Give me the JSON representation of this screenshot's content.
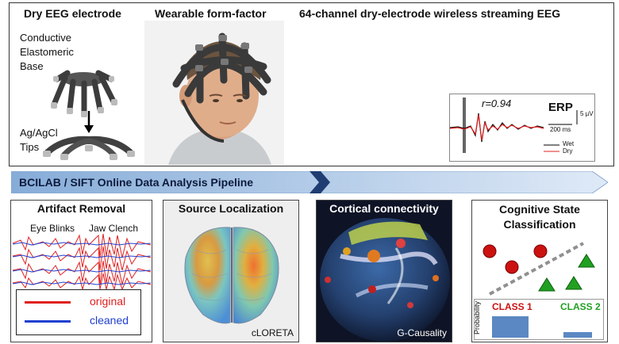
{
  "top": {
    "electrode_title": "Dry EEG electrode",
    "conductive_label": "Conductive\nElastomeric\nBase",
    "tips_label": "Ag/AgCl\nTips",
    "wearable_title": "Wearable form-factor",
    "wireless_title": "64-channel dry-electrode wireless streaming EEG",
    "erp": {
      "r_value": "r=0.94",
      "erp_label": "ERP",
      "amplitude_label": "5 µV",
      "time_label": "200 ms",
      "legend_wet": "Wet",
      "legend_dry": "Dry"
    }
  },
  "pipeline": {
    "title": "BCILAB / SIFT Online Data Analysis Pipeline"
  },
  "panels": {
    "artifact": {
      "title": "Artifact Removal",
      "eye_blinks": "Eye Blinks",
      "jaw_clench": "Jaw Clench",
      "legend_original": "original",
      "legend_cleaned": "cleaned"
    },
    "source": {
      "title": "Source Localization",
      "method": "cLORETA"
    },
    "connectivity": {
      "title": "Cortical connectivity",
      "method": "G-Causality"
    },
    "classification": {
      "title": "Cognitive State\nClassification",
      "axis_label": "Probability",
      "class1": "CLASS 1",
      "class2": "CLASS 2",
      "class1_probability": 0.8,
      "class2_probability": 0.2
    }
  },
  "colors": {
    "original": "#e02020",
    "cleaned": "#2040d0",
    "class1": "#cc1111",
    "class2": "#22a022",
    "bar": "#5b88c2",
    "banner": "#9fc1ea"
  }
}
